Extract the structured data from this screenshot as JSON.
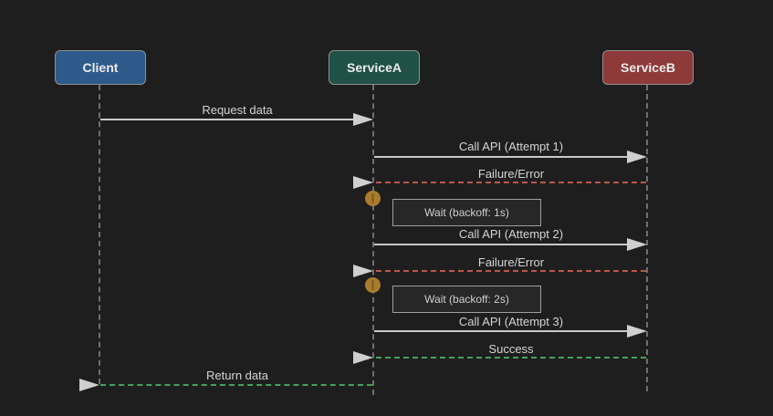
{
  "diagram": {
    "type": "sequence-diagram",
    "actors": [
      {
        "id": "client",
        "label": "Client"
      },
      {
        "id": "serviceA",
        "label": "ServiceA"
      },
      {
        "id": "serviceB",
        "label": "ServiceB"
      }
    ],
    "messages": [
      {
        "label": "Request data",
        "from": "Client",
        "to": "ServiceA",
        "line": "solid",
        "status": "neutral"
      },
      {
        "label": "Call API (Attempt 1)",
        "from": "ServiceA",
        "to": "ServiceB",
        "line": "solid",
        "status": "neutral"
      },
      {
        "label": "Failure/Error",
        "from": "ServiceB",
        "to": "ServiceA",
        "line": "dashed",
        "status": "error"
      },
      {
        "label": "Call API (Attempt 2)",
        "from": "ServiceA",
        "to": "ServiceB",
        "line": "solid",
        "status": "neutral"
      },
      {
        "label": "Failure/Error",
        "from": "ServiceB",
        "to": "ServiceA",
        "line": "dashed",
        "status": "error"
      },
      {
        "label": "Call API (Attempt 3)",
        "from": "ServiceA",
        "to": "ServiceB",
        "line": "solid",
        "status": "neutral"
      },
      {
        "label": "Success",
        "from": "ServiceB",
        "to": "ServiceA",
        "line": "dashed",
        "status": "success"
      },
      {
        "label": "Return data",
        "from": "ServiceA",
        "to": "Client",
        "line": "dashed",
        "status": "success"
      }
    ],
    "notes": [
      {
        "label": "Wait (backoff: 1s)",
        "on": "ServiceA"
      },
      {
        "label": "Wait (backoff: 2s)",
        "on": "ServiceA"
      }
    ],
    "colors": {
      "background": "#1e1e1e",
      "actor_client_fill": "#2e5a8b",
      "actor_service_a_fill": "#1f5146",
      "actor_service_b_fill": "#8e3a3a",
      "actor_border": "#909090",
      "lifeline": "#6f6f6f",
      "solid_arrow": "#c8c8c8",
      "error_arrow": "#c0564a",
      "success_arrow": "#44a25f",
      "arrowhead": "#cfcfcf",
      "wait_marker": "#a97d2c",
      "note_border": "#9e9e9e",
      "note_fill": "#272727",
      "message_text": "#d4d4d4"
    }
  }
}
